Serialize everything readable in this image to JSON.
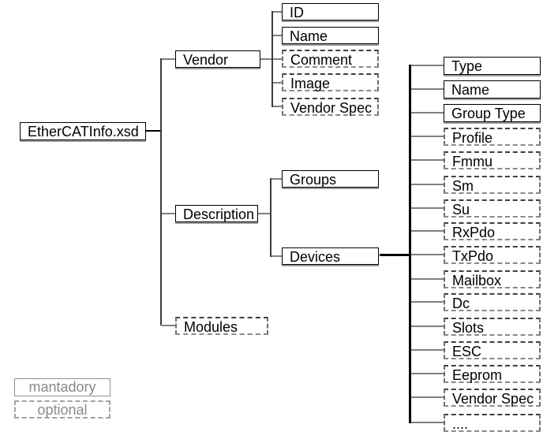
{
  "diagram": {
    "root": {
      "label": "EtherCATInfo.xsd",
      "style": "solid"
    },
    "level1": [
      {
        "label": "Vendor",
        "style": "solid"
      },
      {
        "label": "Description",
        "style": "solid"
      },
      {
        "label": "Modules",
        "style": "dashed"
      }
    ],
    "vendor_children": [
      {
        "label": "ID",
        "style": "solid"
      },
      {
        "label": "Name",
        "style": "solid"
      },
      {
        "label": "Comment",
        "style": "dashed"
      },
      {
        "label": "Image",
        "style": "dashed"
      },
      {
        "label": "Vendor Spec",
        "style": "dashed"
      }
    ],
    "description_children": [
      {
        "label": "Groups",
        "style": "solid"
      },
      {
        "label": "Devices",
        "style": "solid"
      }
    ],
    "devices_children": [
      {
        "label": "Type",
        "style": "solid"
      },
      {
        "label": "Name",
        "style": "solid"
      },
      {
        "label": "Group Type",
        "style": "solid"
      },
      {
        "label": "Profile",
        "style": "dashed"
      },
      {
        "label": "Fmmu",
        "style": "dashed"
      },
      {
        "label": "Sm",
        "style": "dashed"
      },
      {
        "label": "Su",
        "style": "dashed"
      },
      {
        "label": "RxPdo",
        "style": "dashed"
      },
      {
        "label": "TxPdo",
        "style": "dashed"
      },
      {
        "label": "Mailbox",
        "style": "dashed"
      },
      {
        "label": "Dc",
        "style": "dashed"
      },
      {
        "label": "Slots",
        "style": "dashed"
      },
      {
        "label": "ESC",
        "style": "dashed"
      },
      {
        "label": "Eeprom",
        "style": "dashed"
      },
      {
        "label": "Vendor Spec",
        "style": "dashed"
      },
      {
        "label": "....",
        "style": "dashed"
      }
    ],
    "legend": [
      {
        "label": "mantadory",
        "style": "solid"
      },
      {
        "label": "optional",
        "style": "dashed"
      }
    ],
    "colors": {
      "background": "#ffffff",
      "text": "#000000",
      "solid_border": "#000000",
      "solid_shadow": "#9b9b9b",
      "dashed_border": "#4a4a4a",
      "connector_branch": "#808080",
      "connector_trunk": "#3c3c3c",
      "connector_main": "#000000",
      "legend_text": "#8a8a8a"
    }
  }
}
